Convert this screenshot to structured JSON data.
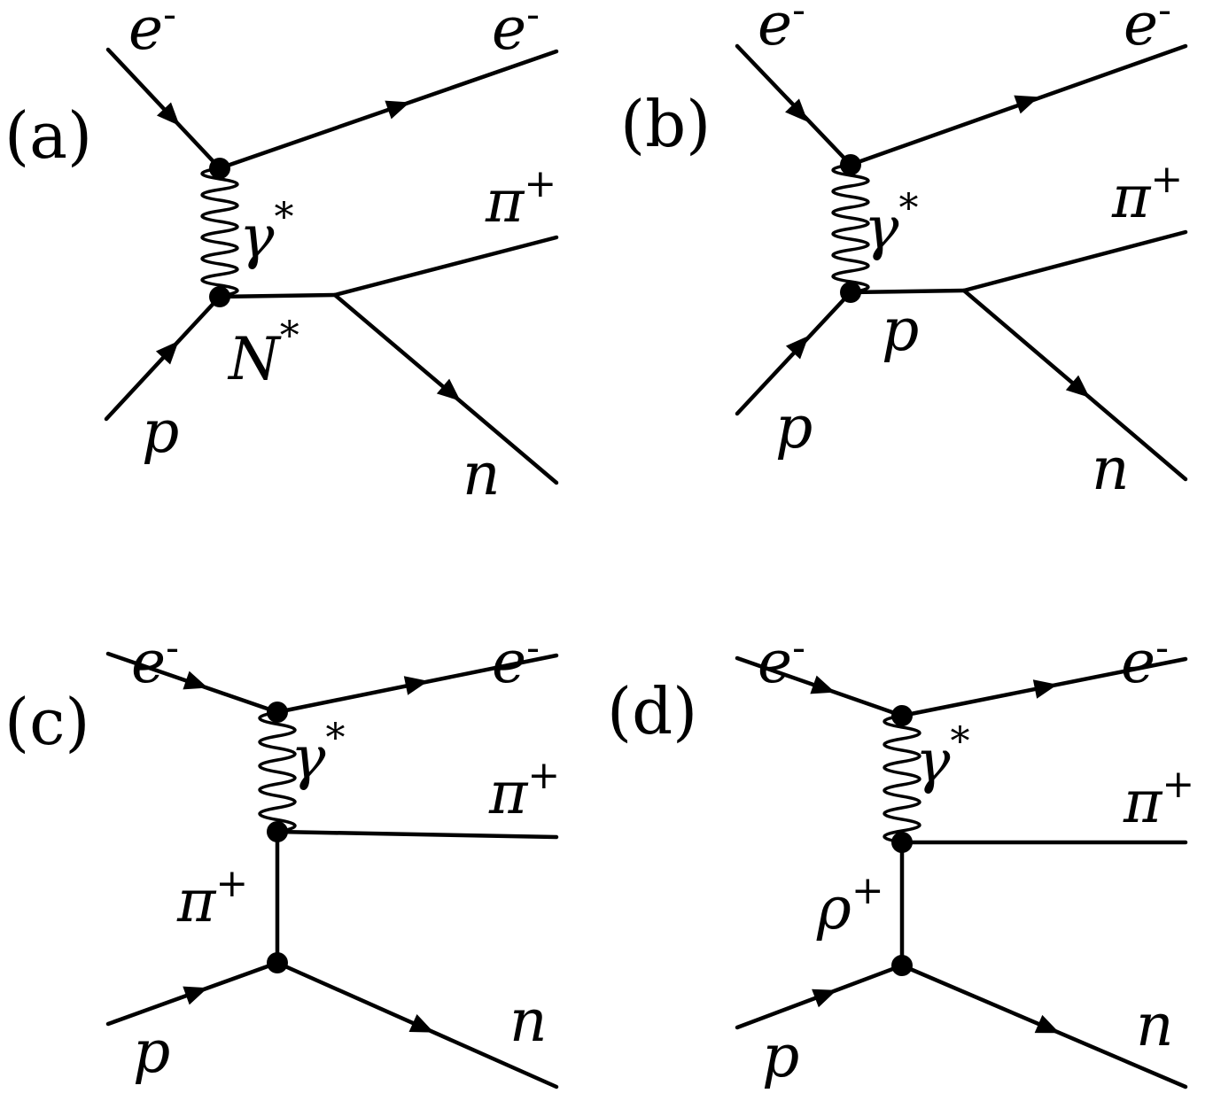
{
  "panels": [
    {
      "id": "a",
      "panel_label": "(a)",
      "labels": {
        "e_in": "e",
        "e_in_sup": "-",
        "e_out": "e",
        "e_out_sup": "-",
        "photon": "γ",
        "photon_sup": "*",
        "pi_out": "π",
        "pi_out_sup": "+",
        "p_in": "p",
        "intermediate": "N",
        "intermediate_sup": "*",
        "n_out": "n"
      }
    },
    {
      "id": "b",
      "panel_label": "(b)",
      "labels": {
        "e_in": "e",
        "e_in_sup": "-",
        "e_out": "e",
        "e_out_sup": "-",
        "photon": "γ",
        "photon_sup": "*",
        "pi_out": "π",
        "pi_out_sup": "+",
        "p_in": "p",
        "intermediate": "p",
        "n_out": "n"
      }
    },
    {
      "id": "c",
      "panel_label": "(c)",
      "labels": {
        "e_in": "e",
        "e_in_sup": "-",
        "e_out": "e",
        "e_out_sup": "-",
        "photon": "γ",
        "photon_sup": "*",
        "pi_out": "π",
        "pi_out_sup": "+",
        "exchange": "π",
        "exchange_sup": "+",
        "p_in": "p",
        "n_out": "n"
      }
    },
    {
      "id": "d",
      "panel_label": "(d)",
      "labels": {
        "e_in": "e",
        "e_in_sup": "-",
        "e_out": "e",
        "e_out_sup": "-",
        "photon": "γ",
        "photon_sup": "*",
        "pi_out": "π",
        "pi_out_sup": "+",
        "exchange": "ρ",
        "exchange_sup": "+",
        "p_in": "p",
        "n_out": "n"
      }
    }
  ]
}
